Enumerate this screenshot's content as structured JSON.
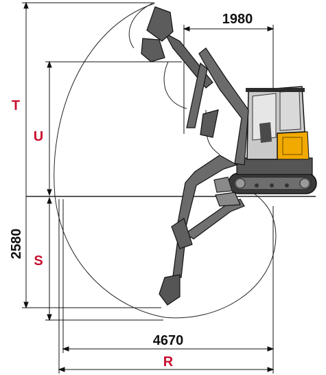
{
  "dimensions": {
    "top_width": "1980",
    "bottom_width": "4670",
    "dig_depth": "2580"
  },
  "markers": {
    "t": "T",
    "u": "U",
    "s": "S",
    "r": "R"
  },
  "colors": {
    "marker": "#c8102e",
    "dimension": "#111111",
    "machine_body": "#5a5a5a",
    "machine_light": "#8f8f8f",
    "machine_dark": "#2b2b2b",
    "accent": "#f2a900",
    "envelope": "#222222"
  }
}
